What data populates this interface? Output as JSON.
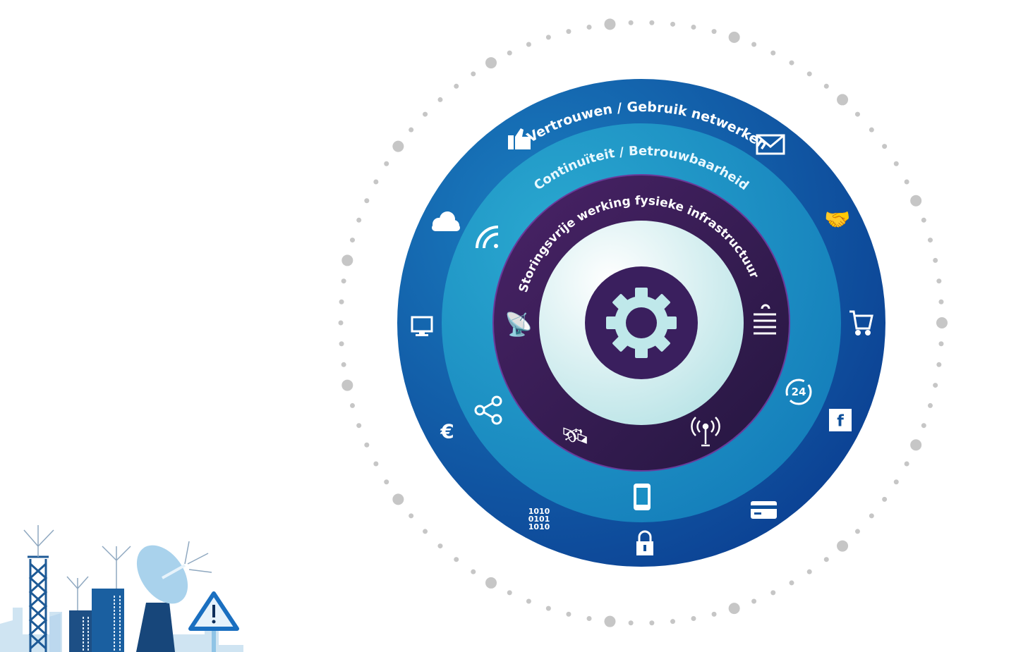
{
  "rings": {
    "outer": {
      "label": "Vertrouwen / Gebruik netwerken",
      "color": "#0d4f9a"
    },
    "middle": {
      "label": "Continuïteit / Betrouwbaarheid",
      "color": "#1a8fc4"
    },
    "inner": {
      "label": "Storingsvrije werking fysieke infrastructuur",
      "color": "#3a1f5e"
    }
  },
  "icons": {
    "outer": [
      "thumbs-up-icon",
      "envelope-icon",
      "handshake-icon",
      "cart-icon",
      "facebook-icon",
      "credit-card-icon",
      "lock-icon",
      "binary-icon",
      "euro-icon",
      "monitor-icon",
      "cloud-icon"
    ],
    "middle": [
      "wifi-icon",
      "share-icon",
      "mobile-icon",
      "24h-icon"
    ],
    "inner": [
      "satellite-dish-icon",
      "satellite-icon",
      "antenna-icon",
      "cable-icon"
    ],
    "center": "gear-icon"
  },
  "binary_text": [
    "1010",
    "0101",
    "1010"
  ],
  "badge_24": "24",
  "facebook_letter": "f",
  "euro_symbol": "€"
}
